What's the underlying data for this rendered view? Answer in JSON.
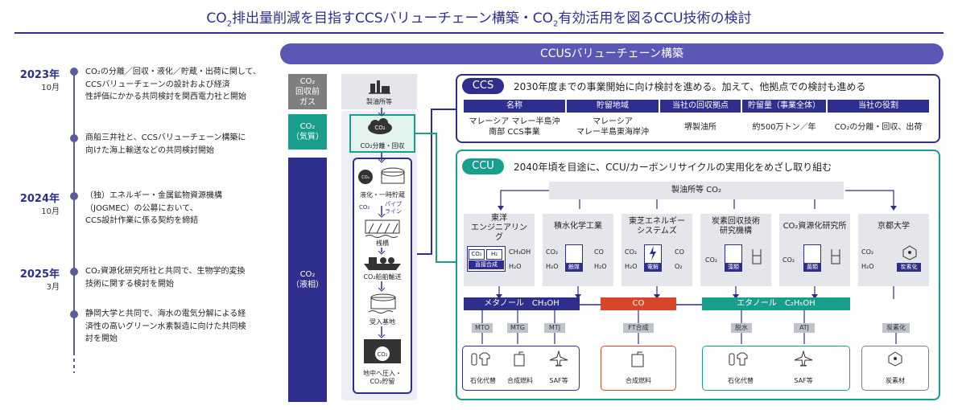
{
  "title": {
    "pre": "CO",
    "sub": "2",
    "mid": "排出量削減を目指すCCSバリューチェーン構築・CO",
    "sub2": "2",
    "post": "有効活用を図るCCU技術の検討"
  },
  "timeline": [
    {
      "year": "2023年",
      "month": "10月",
      "lines": [
        "CO₂の分離／回収・液化／貯蔵・出荷に関して、CCSバリューチェーンの設計および経済",
        "性評価にかかる共同検討を関西電力社と開始"
      ]
    },
    {
      "year": "",
      "month": "",
      "lines": [
        "商船三井社と、CCSバリューチェーン構築に",
        "向けた海上輸送などの共同検討開始"
      ]
    },
    {
      "year": "2024年",
      "month": "10月",
      "lines": [
        "（独）エネルギー・金属鉱物資源機構",
        "（JOGMEC）の公募において、",
        "CCS設計作業に係る契約を締結"
      ]
    },
    {
      "year": "2025年",
      "month": "3月",
      "lines": [
        "CO₂資源化研究所社と共同で、生物学的変換",
        "技術に関する検討を開始"
      ]
    },
    {
      "year": "",
      "month": "",
      "lines": [
        "静岡大学と共同で、海水の電気分解による経",
        "済性の高いグリーン水素製造に向けた共同検",
        "討を開始"
      ]
    }
  ],
  "banner": "CCUSバリューチェーン構築",
  "stages": {
    "pre": "CO₂\n回収前\nガス",
    "gas": "CO₂\n（気質）",
    "liquid": "CO₂\n（液相）"
  },
  "chain": {
    "refinery": "製油所等",
    "separation": "CO₂分離・回収",
    "liquefy": "液化・一時貯蔵",
    "pipeline": "パイプ\nライン",
    "pipe_co2": "CO₂",
    "pier": "桟橋",
    "ship": "CO₂船舶輸送",
    "terminal": "受入基地",
    "storage": "地中へ圧入・\nCO₂貯留",
    "co2": "CO₂"
  },
  "ccs": {
    "tag": "CCS",
    "headline": "2030年度までの事業開始に向け検討を進める。加えて、他拠点での検討も進める",
    "headers": [
      "名称",
      "貯留地域",
      "当社の回収拠点",
      "貯留量（事業全体）",
      "当社の役割"
    ],
    "row": [
      "マレーシア マレー半島沖\n南部 CCS事業",
      "マレーシア\nマレー半島東海岸沖",
      "堺製油所",
      "約500万トン／年",
      "CO₂の分離・回収、出荷"
    ]
  },
  "ccu": {
    "tag": "CCU",
    "headline": "2040年頃を目途に、CCU/カーボンリサイクルの実用化をめざし取り組む",
    "source": "製油所等 CO₂",
    "companies": [
      {
        "name": "東洋\nエンジニアリン\nグ",
        "in1": "CO₂",
        "in2": "H₂",
        "btn": "直接合成",
        "out1": "CH₃OH",
        "out2": "H₂O"
      },
      {
        "name": "積水化学工業",
        "in1": "CO₂",
        "in2": "H₂O",
        "btn": "触媒",
        "out1": "CO",
        "out2": "H₂O"
      },
      {
        "name": "東芝エネルギー\nシステムズ",
        "in1": "CO₂",
        "in2": "H₂O",
        "btn": "電解",
        "out1": "CO",
        "out2": "O₂"
      },
      {
        "name": "炭素回収技術\n研究機構",
        "in1": "CO₂",
        "in2": "",
        "btn": "藻類",
        "out1": "",
        "out2": ""
      },
      {
        "name": "CO₂資源化研究所",
        "in1": "CO₂",
        "in2": "",
        "btn": "菌類",
        "out1": "",
        "out2": ""
      },
      {
        "name": "京都大学",
        "in1": "CO₂",
        "in2": "H₂O",
        "btn": "炭素化",
        "out1": "",
        "out2": ""
      }
    ],
    "products": {
      "methanol": "メタノール　CH₃OH",
      "co": "CO",
      "ethanol": "エタノール　C₂H₅OH"
    },
    "routes": {
      "mto": "MTO",
      "mtg": "MTG",
      "mtj": "MTJ",
      "ft": "FT合成",
      "dehydrate": "脱水",
      "atj": "ATJ",
      "carbonize": "炭素化"
    },
    "final": {
      "petro": "石化代替",
      "fuel": "合成燃料",
      "saf": "SAF等",
      "fuel2": "合成燃料",
      "petro2": "石化代替",
      "saf2": "SAF等",
      "carbon": "炭素材"
    }
  },
  "colors": {
    "navy": "#2e2e8c",
    "purple": "#5a57b5",
    "teal": "#1a9e8c",
    "orange": "#d9472b",
    "grey": "#7f7f7f"
  }
}
